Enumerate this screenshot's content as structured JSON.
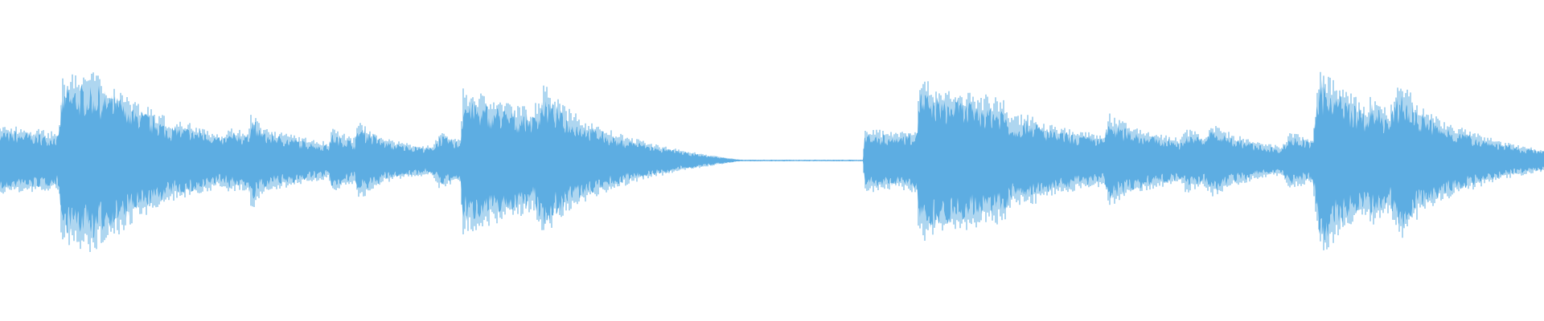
{
  "waveform": {
    "color": "#5dade2",
    "background": "#ffffff",
    "envelope": [
      [
        0.0,
        0.2
      ],
      [
        0.018,
        0.18
      ],
      [
        0.034,
        0.16
      ],
      [
        0.038,
        0.16
      ],
      [
        0.04,
        0.45
      ],
      [
        0.06,
        0.5
      ],
      [
        0.07,
        0.42
      ],
      [
        0.078,
        0.4
      ],
      [
        0.09,
        0.32
      ],
      [
        0.1,
        0.28
      ],
      [
        0.11,
        0.22
      ],
      [
        0.13,
        0.2
      ],
      [
        0.143,
        0.14
      ],
      [
        0.15,
        0.18
      ],
      [
        0.16,
        0.16
      ],
      [
        0.163,
        0.28
      ],
      [
        0.17,
        0.18
      ],
      [
        0.18,
        0.16
      ],
      [
        0.2,
        0.12
      ],
      [
        0.213,
        0.1
      ],
      [
        0.215,
        0.18
      ],
      [
        0.23,
        0.12
      ],
      [
        0.232,
        0.22
      ],
      [
        0.25,
        0.12
      ],
      [
        0.26,
        0.1
      ],
      [
        0.28,
        0.08
      ],
      [
        0.285,
        0.16
      ],
      [
        0.298,
        0.12
      ],
      [
        0.3,
        0.4
      ],
      [
        0.33,
        0.32
      ],
      [
        0.345,
        0.28
      ],
      [
        0.352,
        0.42
      ],
      [
        0.365,
        0.3
      ],
      [
        0.38,
        0.22
      ],
      [
        0.4,
        0.15
      ],
      [
        0.42,
        0.1
      ],
      [
        0.44,
        0.06
      ],
      [
        0.46,
        0.03
      ],
      [
        0.475,
        0.01
      ],
      [
        0.48,
        0.005
      ],
      [
        0.559,
        0.005
      ],
      [
        0.56,
        0.18
      ],
      [
        0.58,
        0.16
      ],
      [
        0.594,
        0.18
      ],
      [
        0.595,
        0.45
      ],
      [
        0.61,
        0.4
      ],
      [
        0.625,
        0.38
      ],
      [
        0.65,
        0.34
      ],
      [
        0.655,
        0.24
      ],
      [
        0.665,
        0.26
      ],
      [
        0.68,
        0.2
      ],
      [
        0.7,
        0.16
      ],
      [
        0.715,
        0.14
      ],
      [
        0.718,
        0.26
      ],
      [
        0.73,
        0.2
      ],
      [
        0.745,
        0.16
      ],
      [
        0.765,
        0.12
      ],
      [
        0.768,
        0.18
      ],
      [
        0.78,
        0.14
      ],
      [
        0.785,
        0.2
      ],
      [
        0.8,
        0.14
      ],
      [
        0.815,
        0.1
      ],
      [
        0.83,
        0.08
      ],
      [
        0.836,
        0.16
      ],
      [
        0.85,
        0.12
      ],
      [
        0.855,
        0.52
      ],
      [
        0.87,
        0.4
      ],
      [
        0.885,
        0.3
      ],
      [
        0.888,
        0.36
      ],
      [
        0.9,
        0.28
      ],
      [
        0.907,
        0.44
      ],
      [
        0.92,
        0.3
      ],
      [
        0.94,
        0.2
      ],
      [
        0.96,
        0.14
      ],
      [
        0.98,
        0.09
      ],
      [
        1.0,
        0.06
      ]
    ]
  }
}
